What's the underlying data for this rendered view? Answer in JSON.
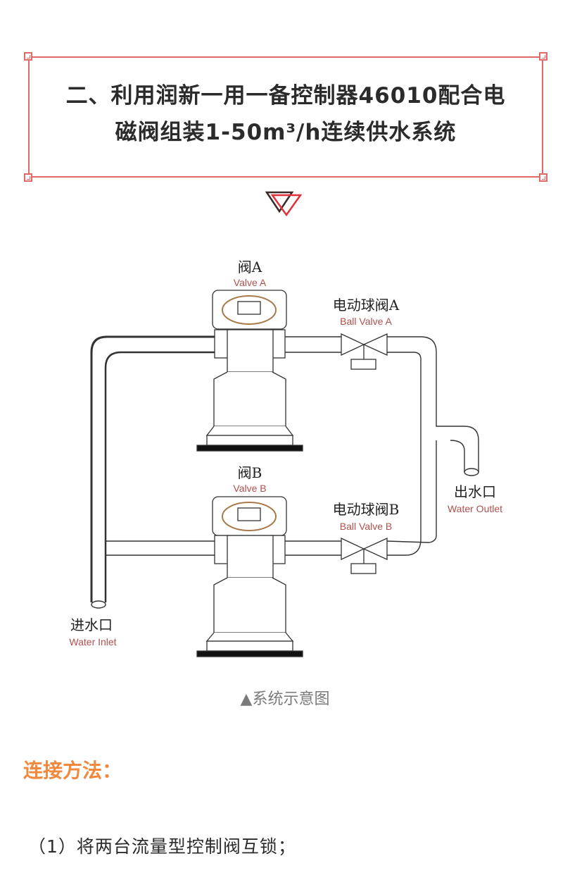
{
  "header": {
    "title_line1": "二、利用润新一用一备控制器46010配合电",
    "title_line2": "磁阀组装1-50m³/h连续供水系统",
    "frame_color": "#e06a6a"
  },
  "diagram": {
    "valve_a": {
      "cn": "阀A",
      "en": "Valve A"
    },
    "valve_b": {
      "cn": "阀B",
      "en": "Valve B"
    },
    "ball_valve_a": {
      "cn": "电动球阀A",
      "en": "Ball Valve A"
    },
    "ball_valve_b": {
      "cn": "电动球阀B",
      "en": "Ball Valve B"
    },
    "water_outlet": {
      "cn": "出水口",
      "en": "Water Outlet"
    },
    "water_inlet": {
      "cn": "进水口",
      "en": "Water Inlet"
    },
    "label_en_color": "#b0504e"
  },
  "caption": "▲系统示意图",
  "connection": {
    "heading": "连接方法：",
    "heading_color": "#f0883e",
    "steps": [
      "（1）将两台流量型控制阀互锁；"
    ]
  }
}
